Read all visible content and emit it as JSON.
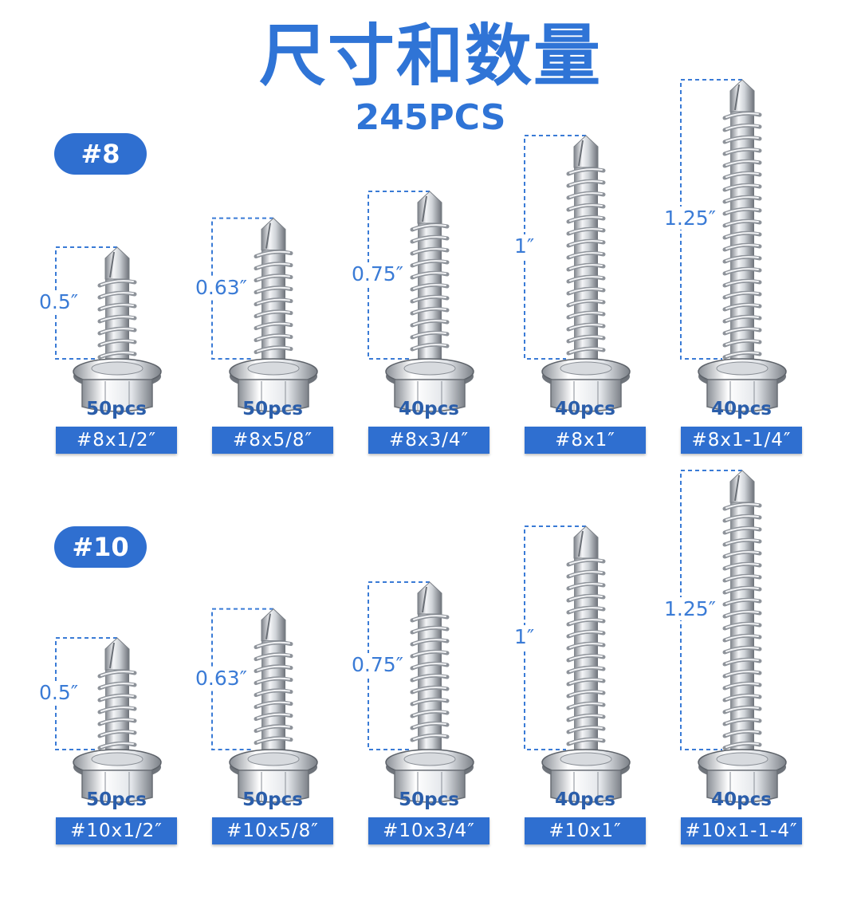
{
  "title": "尺寸和数量",
  "subtitle": "245PCS",
  "colors": {
    "accent": "#2f6fd0",
    "title": "#2f74d6",
    "count_text": "#2b5eaa"
  },
  "groups": [
    {
      "label": "#8",
      "items": [
        {
          "length_in": 0.5,
          "length_label": "0.5″",
          "count": "50pcs",
          "spec": "#8x1/2″"
        },
        {
          "length_in": 0.63,
          "length_label": "0.63″",
          "count": "50pcs",
          "spec": "#8x5/8″"
        },
        {
          "length_in": 0.75,
          "length_label": "0.75″",
          "count": "40pcs",
          "spec": "#8x3/4″"
        },
        {
          "length_in": 1.0,
          "length_label": "1″",
          "count": "40pcs",
          "spec": "#8x1″"
        },
        {
          "length_in": 1.25,
          "length_label": "1.25″",
          "count": "40pcs",
          "spec": "#8x1-1/4″"
        }
      ]
    },
    {
      "label": "#10",
      "items": [
        {
          "length_in": 0.5,
          "length_label": "0.5″",
          "count": "50pcs",
          "spec": "#10x1/2″"
        },
        {
          "length_in": 0.63,
          "length_label": "0.63″",
          "count": "50pcs",
          "spec": "#10x5/8″"
        },
        {
          "length_in": 0.75,
          "length_label": "0.75″",
          "count": "50pcs",
          "spec": "#10x3/4″"
        },
        {
          "length_in": 1.0,
          "length_label": "1″",
          "count": "40pcs",
          "spec": "#10x1″"
        },
        {
          "length_in": 1.25,
          "length_label": "1.25″",
          "count": "40pcs",
          "spec": "#10x1-1-4″"
        }
      ]
    }
  ]
}
